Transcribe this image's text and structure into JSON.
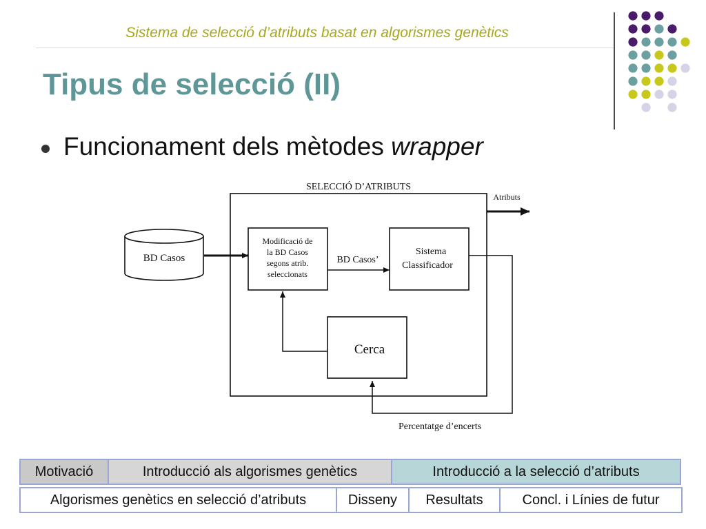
{
  "header": {
    "subtitle": "Sistema de selecció d’atributs basat en algorismes genètics",
    "title": "Tipus de selecció (II)"
  },
  "bullet": {
    "text_main": "Funcionament dels mètodes ",
    "text_em": "wrapper"
  },
  "diagram": {
    "outer_label": "SELECCIÓ D’ATRIBUTS",
    "output_label": "Atributs",
    "db_label": "BD Casos",
    "modify_lines": [
      "Modificació de",
      "la BD Casos",
      "segons atrib.",
      "seleccionats"
    ],
    "db2_label": "BD Casos’",
    "classifier_lines": [
      "Sistema",
      "Classificador"
    ],
    "search_label": "Cerca",
    "feedback_label": "Percentatge d’encerts"
  },
  "nav": {
    "row1": [
      {
        "label": "Motivació",
        "bg": "#c9c9c9"
      },
      {
        "label": "Introducció als algorismes genètics",
        "bg": "#d6d6d6"
      },
      {
        "label": "Introducció a la selecció d’atributs",
        "bg": "#b7d6d7"
      }
    ],
    "row2": [
      {
        "label": "Algorismes genètics en selecció d’atributs",
        "bg": "#ffffff"
      },
      {
        "label": "Disseny",
        "bg": "#ffffff"
      },
      {
        "label": "Resultats",
        "bg": "#ffffff"
      },
      {
        "label": "Concl. i Línies de futur",
        "bg": "#ffffff"
      }
    ]
  },
  "colors": {
    "purple": "#4b1b6b",
    "teal": "#6b9fa0",
    "olive": "#c8c81c",
    "lavender": "#d4d4e6"
  }
}
